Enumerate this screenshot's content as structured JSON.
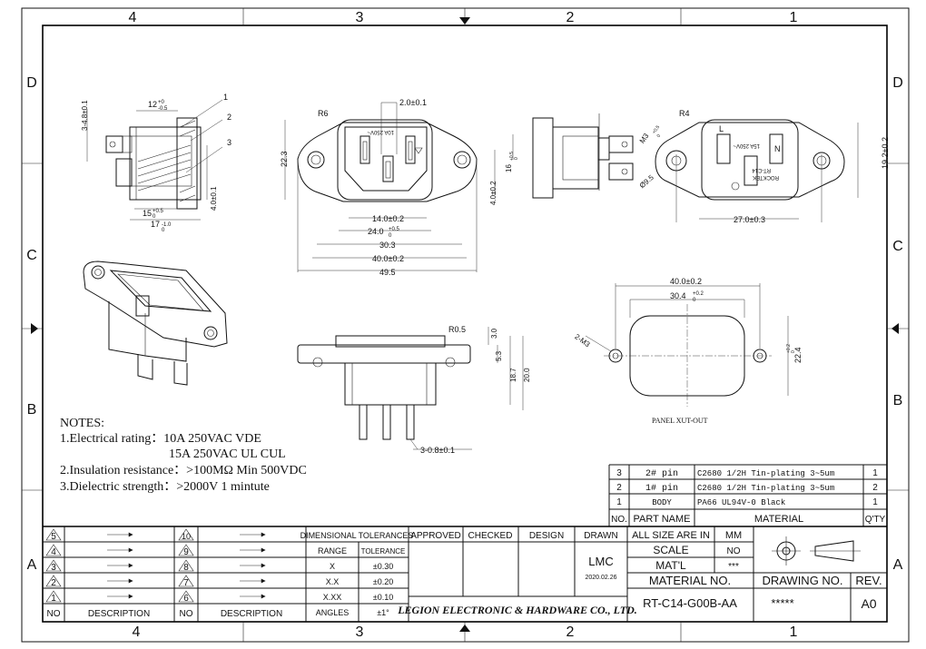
{
  "grid": {
    "columns": [
      "4",
      "3",
      "2",
      "1"
    ],
    "rows": [
      "D",
      "C",
      "B",
      "A"
    ]
  },
  "dimensions": {
    "side_left": [
      "3-4.8±0.1",
      "12",
      "+0",
      "-0.5",
      "15",
      "+0.5",
      "0",
      "17",
      "-1.0",
      "0",
      "4.0±0.1",
      "1",
      "2",
      "3"
    ],
    "front_top": [
      "R6",
      "2.0±0.1",
      "22.3",
      "14.0±0.2",
      "24.0",
      "+0.5",
      "0",
      "30.3",
      "40.0±0.2",
      "49.5",
      "4.0±0.2",
      "16",
      "+0.5",
      "0"
    ],
    "front_marking": [
      "10A 250V~"
    ],
    "rear": [
      "R4",
      "M3",
      "+0.5",
      "0",
      "Ø9.5",
      "19.2±0.2",
      "27.0±0.3",
      "15A 250V~",
      "RT-C14",
      "ROCKTEK",
      "L",
      "N"
    ],
    "bottom_mid": [
      "R0.5",
      "3.0",
      "5.3",
      "18.7",
      "20.0",
      "3-0.8±0.1"
    ],
    "panel": [
      "40.0±0.2",
      "30.4",
      "+0.2",
      "0",
      "2-M3",
      "22.4",
      "+0.2",
      "0",
      "PANEL XUT-OUT"
    ]
  },
  "notes": {
    "title": "NOTES:",
    "line1a": "1.Electrical rating：10A 250VAC   VDE",
    "line1b": "15A 250VAC    UL CUL",
    "line2": "2.Insulation resistance：>100MΩ  Min 500VDC",
    "line3": "3.Dielectric strength：>2000V 1 mintute"
  },
  "bom": {
    "header": {
      "no": "NO.",
      "part": "PART NAME",
      "material": "MATERIAL",
      "qty": "Q'TY"
    },
    "rows": [
      {
        "no": "3",
        "part": "2# pin",
        "material": "C2680 1/2H   Tin-plating 3~5um",
        "qty": "1"
      },
      {
        "no": "2",
        "part": "1# pin",
        "material": "C2680 1/2H   Tin-plating 3~5um",
        "qty": "2"
      },
      {
        "no": "1",
        "part": "BODY",
        "material": "PA66 UL94V-0 Black",
        "qty": "1"
      }
    ]
  },
  "revisions": {
    "left": [
      "5",
      "4",
      "3",
      "2",
      "1"
    ],
    "right": [
      "10",
      "9",
      "8",
      "7",
      "6"
    ],
    "no_label": "NO",
    "desc_label": "DESCRIPTION"
  },
  "tolerances": {
    "title": "DIMENSIONAL TOLERANCES",
    "range_label": "RANGE",
    "tol_label": "TOLERANCE",
    "rows": [
      {
        "range": "X",
        "tol": "±0.30"
      },
      {
        "range": "X.X",
        "tol": "±0.20"
      },
      {
        "range": "X.XX",
        "tol": "±0.10"
      },
      {
        "range": "ANGLES",
        "tol": "±1°"
      }
    ]
  },
  "signoff": {
    "approved": "APPROVED",
    "checked": "CHECKED",
    "design": "DESIGN",
    "drawn": "DRAWN",
    "drawn_by": "LMC",
    "date": "2020.02.26"
  },
  "company": "LEGION ELECTRONIC & HARDWARE CO., LTD.",
  "title_block": {
    "all_size_label": "ALL SIZE ARE IN",
    "unit": "MM",
    "scale_label": "SCALE",
    "scale": "NO",
    "matl_label": "MAT'L",
    "matl": "***",
    "material_no_label": "MATERIAL NO.",
    "material_no": "RT-C14-G00B-AA",
    "drawing_no_label": "DRAWING NO.",
    "drawing_no": "*****",
    "rev_label": "REV.",
    "rev": "A0"
  }
}
